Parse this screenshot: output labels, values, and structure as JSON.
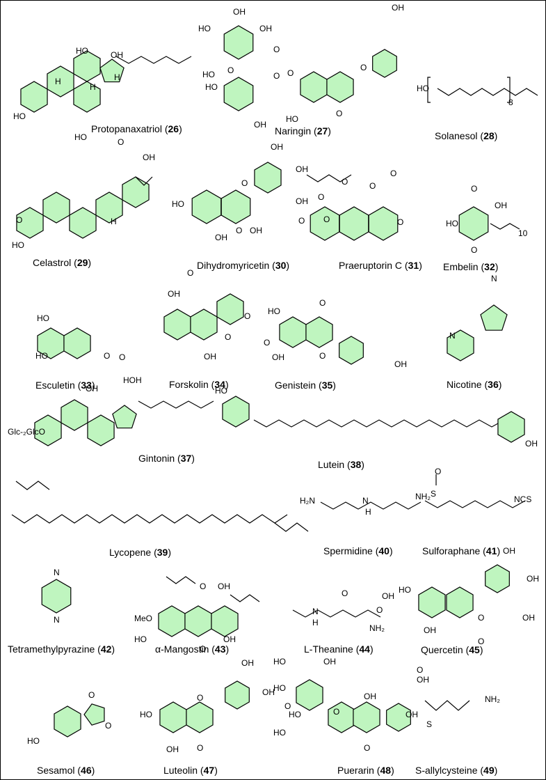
{
  "colors": {
    "ring_fill": "#bff5bf",
    "stroke": "#000000",
    "background": "#ffffff"
  },
  "compounds": [
    {
      "name": "Protopanaxatriol",
      "number": "26",
      "labels": [
        "HO",
        "HO",
        "H",
        "H",
        "H",
        "HO",
        "OH"
      ]
    },
    {
      "name": "Naringin",
      "number": "27",
      "labels": [
        "OH",
        "HO",
        "OH",
        "O",
        "O",
        "HO",
        "HO",
        "O",
        "O",
        "O",
        "OH",
        "HO",
        "OH",
        "O"
      ]
    },
    {
      "name": "Solanesol",
      "number": "28",
      "labels": [
        "HO",
        "8"
      ]
    },
    {
      "name": "Celastrol",
      "number": "29",
      "labels": [
        "O",
        "OH",
        "O",
        "HO",
        "H"
      ]
    },
    {
      "name": "Dihydromyricetin",
      "number": "30",
      "labels": [
        "OH",
        "OH",
        "HO",
        "O",
        "OH",
        "OH",
        "OH",
        "O"
      ]
    },
    {
      "name": "Praeruptorin C",
      "number": "31",
      "labels": [
        "O",
        "O",
        "O",
        "O",
        "O",
        "O",
        "O"
      ]
    },
    {
      "name": "Embelin",
      "number": "32",
      "labels": [
        "O",
        "OH",
        "HO",
        "O",
        "10"
      ]
    },
    {
      "name": "Esculetin",
      "number": "33",
      "labels": [
        "HO",
        "HO",
        "O",
        "O"
      ]
    },
    {
      "name": "Forskolin",
      "number": "34",
      "labels": [
        "O",
        "OH",
        "O",
        "O",
        "O",
        "OH"
      ]
    },
    {
      "name": "Genistein",
      "number": "35",
      "labels": [
        "HO",
        "O",
        "OH",
        "O",
        "OH"
      ]
    },
    {
      "name": "Nicotine",
      "number": "36",
      "labels": [
        "N",
        "N"
      ]
    },
    {
      "name": "Gintonin",
      "number": "37",
      "labels": [
        "HO",
        "H",
        "OH",
        "Glc-₂GlcO"
      ]
    },
    {
      "name": "Lutein",
      "number": "38",
      "labels": [
        "HO",
        "OH"
      ]
    },
    {
      "name": "Lycopene",
      "number": "39",
      "labels": []
    },
    {
      "name": "Spermidine",
      "number": "40",
      "labels": [
        "H₂N",
        "N",
        "H",
        "NH₂"
      ]
    },
    {
      "name": "Sulforaphane",
      "number": "41",
      "labels": [
        "O",
        "S",
        "NCS"
      ]
    },
    {
      "name": "Tetramethylpyrazine",
      "number": "42",
      "labels": [
        "N",
        "N"
      ]
    },
    {
      "name": "α-Mangostin",
      "number": "43",
      "labels": [
        "O",
        "OH",
        "MeO",
        "O",
        "HO",
        "OH"
      ]
    },
    {
      "name": "L-Theanine",
      "number": "44",
      "labels": [
        "O",
        "OH",
        "N",
        "H",
        "O",
        "NH₂"
      ]
    },
    {
      "name": "Quercetin",
      "number": "45",
      "labels": [
        "OH",
        "OH",
        "HO",
        "O",
        "OH",
        "OH",
        "O"
      ]
    },
    {
      "name": "Sesamol",
      "number": "46",
      "labels": [
        "O",
        "O",
        "HO"
      ]
    },
    {
      "name": "Luteolin",
      "number": "47",
      "labels": [
        "OH",
        "OH",
        "HO",
        "O",
        "OH",
        "O"
      ]
    },
    {
      "name": "Puerarin",
      "number": "48",
      "labels": [
        "HO",
        "OH",
        "HO",
        "O",
        "HO",
        "OH",
        "O",
        "HO",
        "O",
        "OH"
      ]
    },
    {
      "name": "S-allylcysteine",
      "number": "49",
      "labels": [
        "O",
        "OH",
        "NH₂",
        "S"
      ]
    }
  ]
}
